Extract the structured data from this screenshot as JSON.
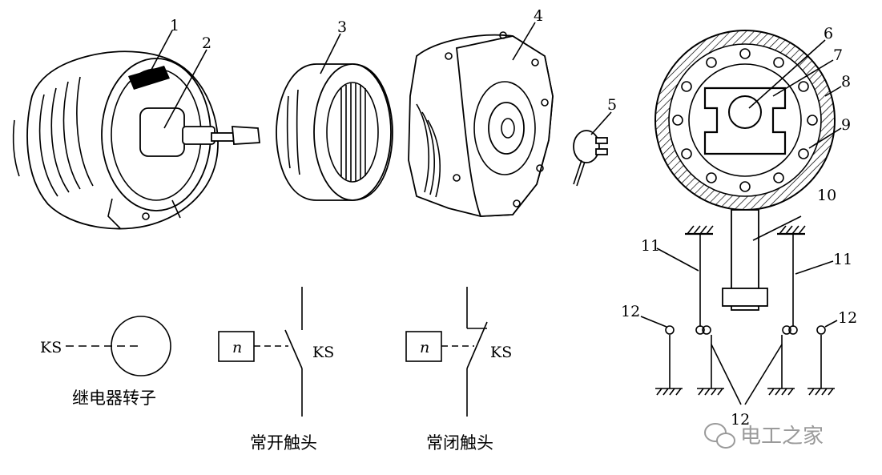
{
  "callouts": [
    "1",
    "2",
    "3",
    "4",
    "5",
    "6",
    "7",
    "8",
    "9",
    "10",
    "11",
    "11",
    "12",
    "12",
    "12"
  ],
  "symbols": {
    "rotor": {
      "code": "KS",
      "caption": "继电器转子"
    },
    "no_contact": {
      "box": "n",
      "code": "KS",
      "caption": "常开触头"
    },
    "nc_contact": {
      "box": "n",
      "code": "KS",
      "caption": "常闭触头"
    }
  },
  "watermark": "电工之家",
  "colors": {
    "ink": "#000000",
    "hatch": "#000000",
    "watermark": "#9a9a9a"
  }
}
